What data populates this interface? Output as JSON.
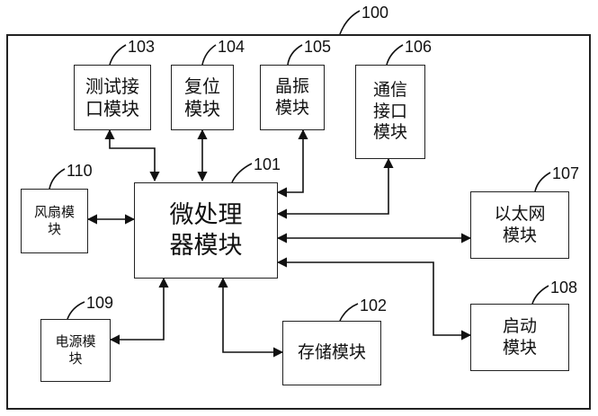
{
  "refs": {
    "system": "100",
    "mcu": "101",
    "storage": "102",
    "test_if": "103",
    "reset": "104",
    "crystal": "105",
    "comm_if": "106",
    "ethernet": "107",
    "boot": "108",
    "power": "109",
    "fan": "110"
  },
  "modules": {
    "test_if": "测试接\n口模块",
    "reset": "复位\n模块",
    "crystal": "晶振\n模块",
    "comm_if": "通信\n接口\n模块",
    "fan": "风扇模\n块",
    "mcu": "微处理\n器模块",
    "ethernet": "以太网\n模块",
    "power": "电源模\n块",
    "storage": "存储模块",
    "boot": "启动\n模块"
  }
}
